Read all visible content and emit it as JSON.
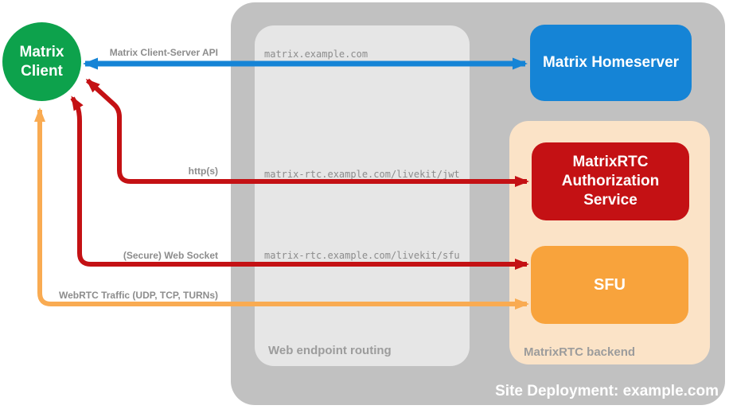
{
  "title": {
    "text": "Site Deployment: example.com"
  },
  "client": {
    "line1": "Matrix",
    "line2": "Client",
    "color": "#0da24c"
  },
  "nodes": {
    "homeserver": {
      "label": "Matrix Homeserver",
      "color": "#1584d6"
    },
    "auth": {
      "label": "MatrixRTC Authorization Service",
      "color": "#c41114"
    },
    "sfu": {
      "label": "SFU",
      "color": "#f8a33c"
    }
  },
  "groups": {
    "routing": {
      "label": "Web endpoint routing",
      "color": "#e6e6e6"
    },
    "backend": {
      "label": "MatrixRTC backend",
      "color": "#fbe3c7"
    },
    "deployment": {
      "color": "#c1c1c1"
    }
  },
  "endpoints": {
    "homeserver": "matrix.example.com",
    "jwt": "matrix-rtc.example.com/livekit/jwt",
    "sfu": "matrix-rtc.example.com/livekit/sfu"
  },
  "connections": {
    "cs_api": {
      "label": "Matrix Client-Server API",
      "color": "#1584d6"
    },
    "https": {
      "label": "http(s)",
      "color": "#c41114"
    },
    "websocket": {
      "label": "(Secure) Web Socket",
      "color": "#c41114"
    },
    "webrtc": {
      "label": "WebRTC Traffic (UDP, TCP, TURNs)",
      "color": "#f9ab52"
    }
  }
}
